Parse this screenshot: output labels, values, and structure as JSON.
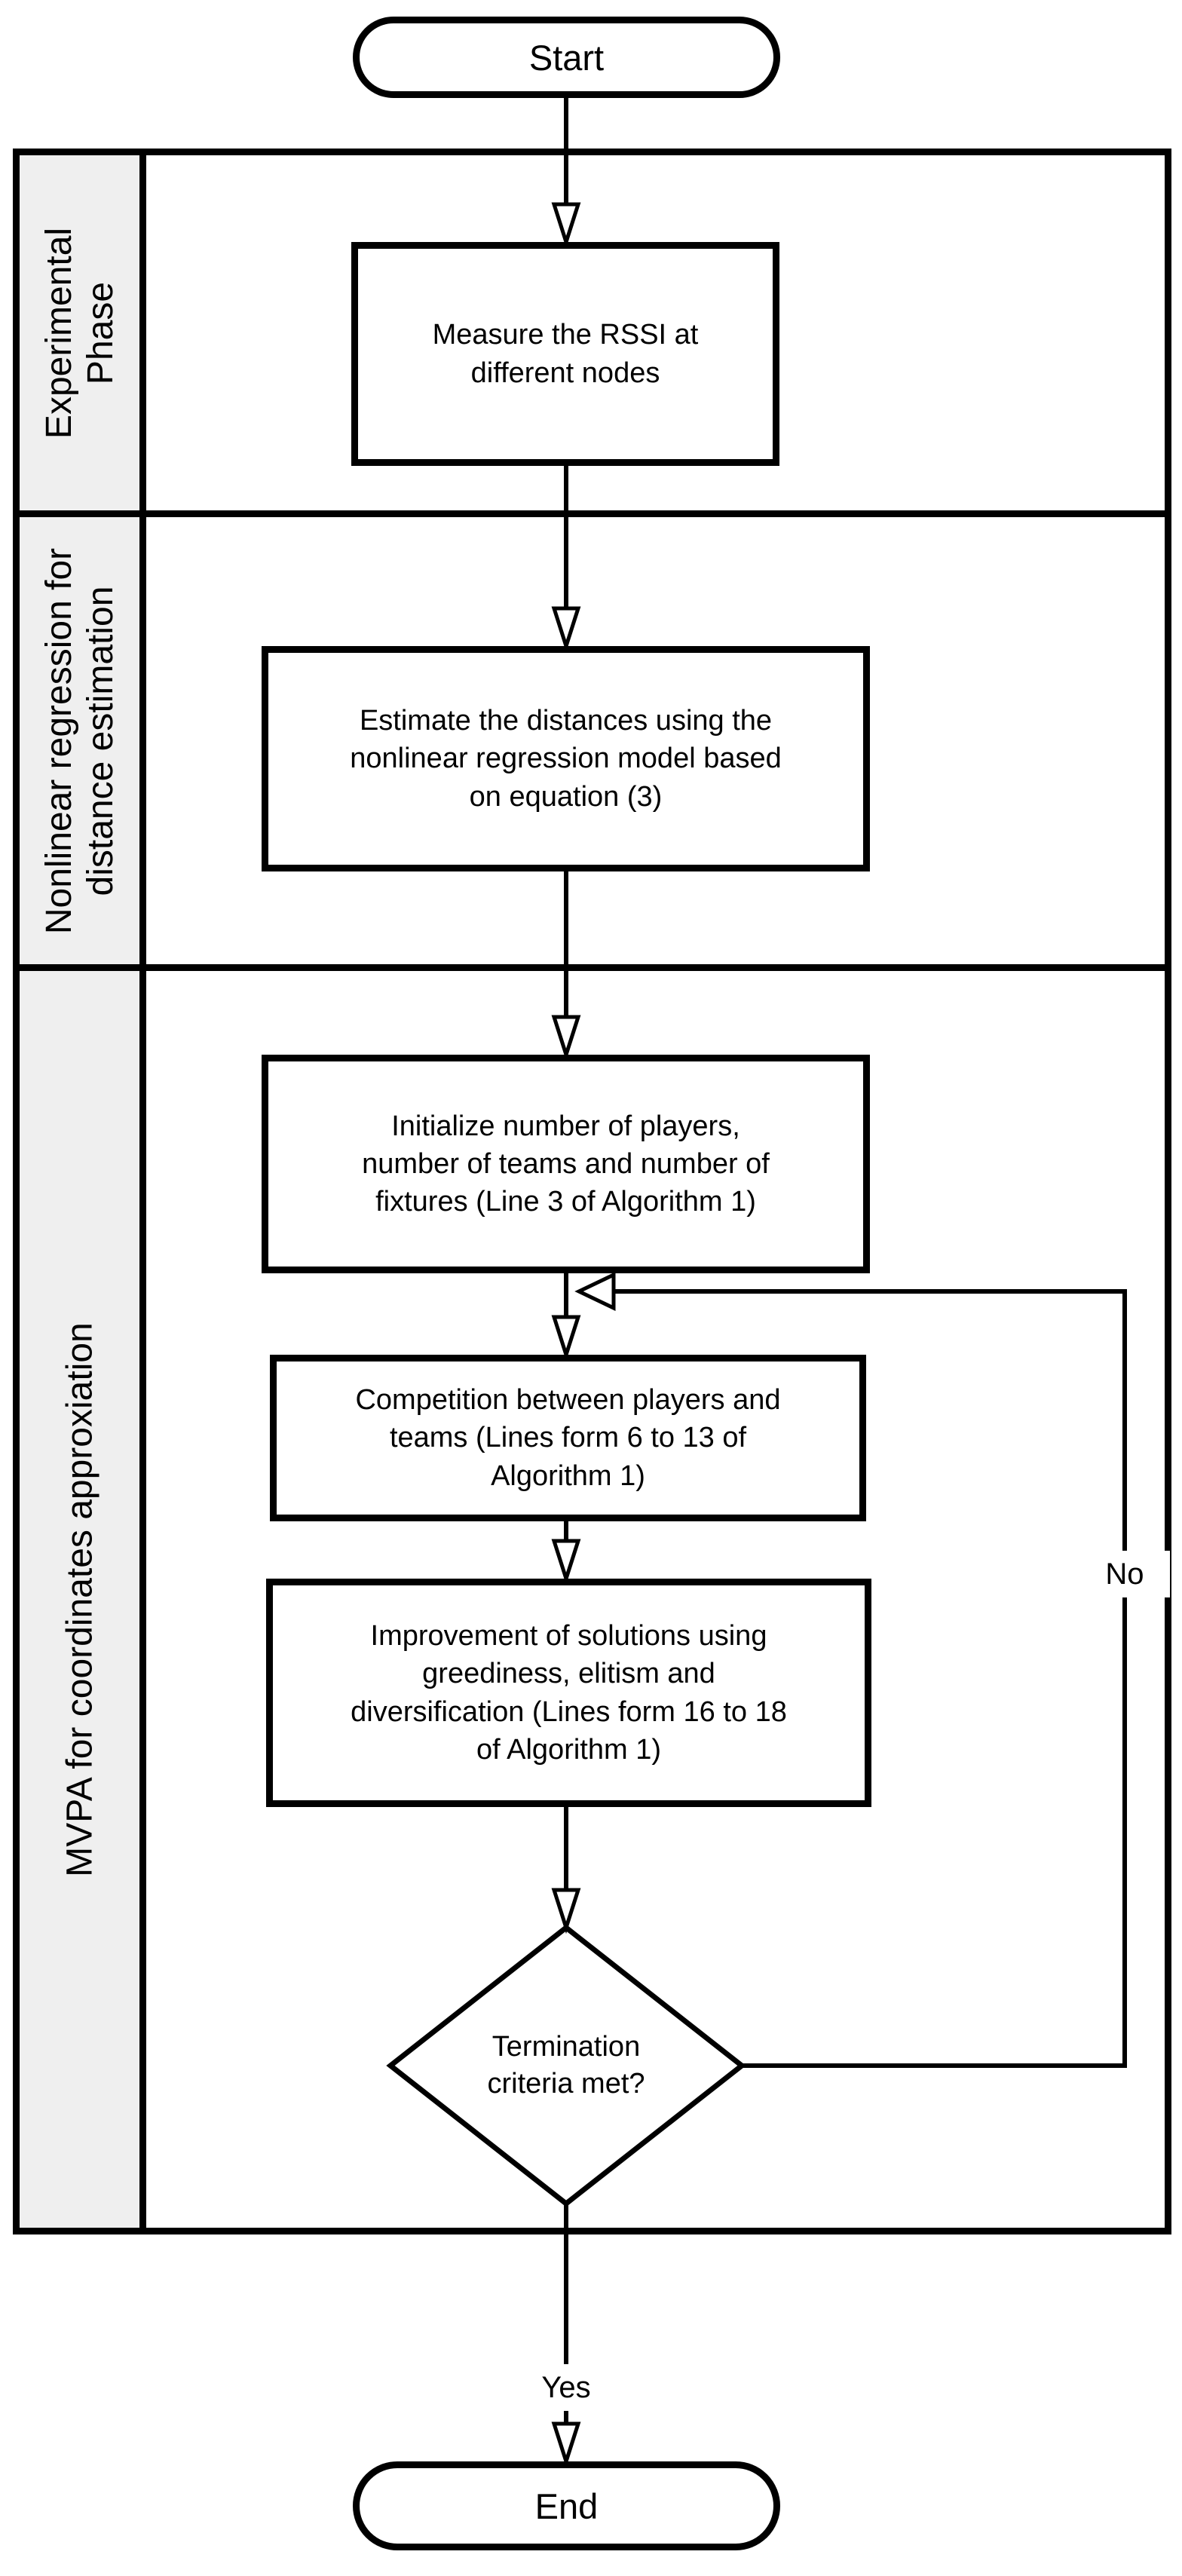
{
  "diagram": {
    "type": "flowchart",
    "terminals": {
      "start": "Start",
      "end": "End"
    },
    "lanes": [
      {
        "label_lines": [
          "Experimental",
          "Phase"
        ]
      },
      {
        "label_lines": [
          "Nonlinear regression for",
          "distance estimation"
        ]
      },
      {
        "label_lines": [
          "MVPA for coordinates approxiation"
        ]
      }
    ],
    "nodes": {
      "measure": {
        "lines": [
          "Measure the RSSI at",
          "different nodes"
        ]
      },
      "estimate": {
        "lines": [
          "Estimate the distances using the",
          "nonlinear regression model based",
          "on equation (3)"
        ]
      },
      "initialize": {
        "lines": [
          "Initialize number of players,",
          "number of teams and number of",
          "fixtures (Line 3 of Algorithm 1)"
        ]
      },
      "competition": {
        "lines": [
          "Competition between players and",
          "teams (Lines form 6 to 13 of",
          "Algorithm 1)"
        ]
      },
      "improvement": {
        "lines": [
          "Improvement of solutions using",
          "greediness, elitism and",
          "diversification (Lines form 16 to 18",
          "of Algorithm 1)"
        ]
      },
      "decision": {
        "lines": [
          "Termination",
          "criteria met?"
        ]
      }
    },
    "edge_labels": {
      "no": "No",
      "yes": "Yes"
    },
    "colors": {
      "line": "#000000",
      "lane_label_bg": "#efefef",
      "node_fill": "#ffffff",
      "text": "#000000"
    }
  }
}
